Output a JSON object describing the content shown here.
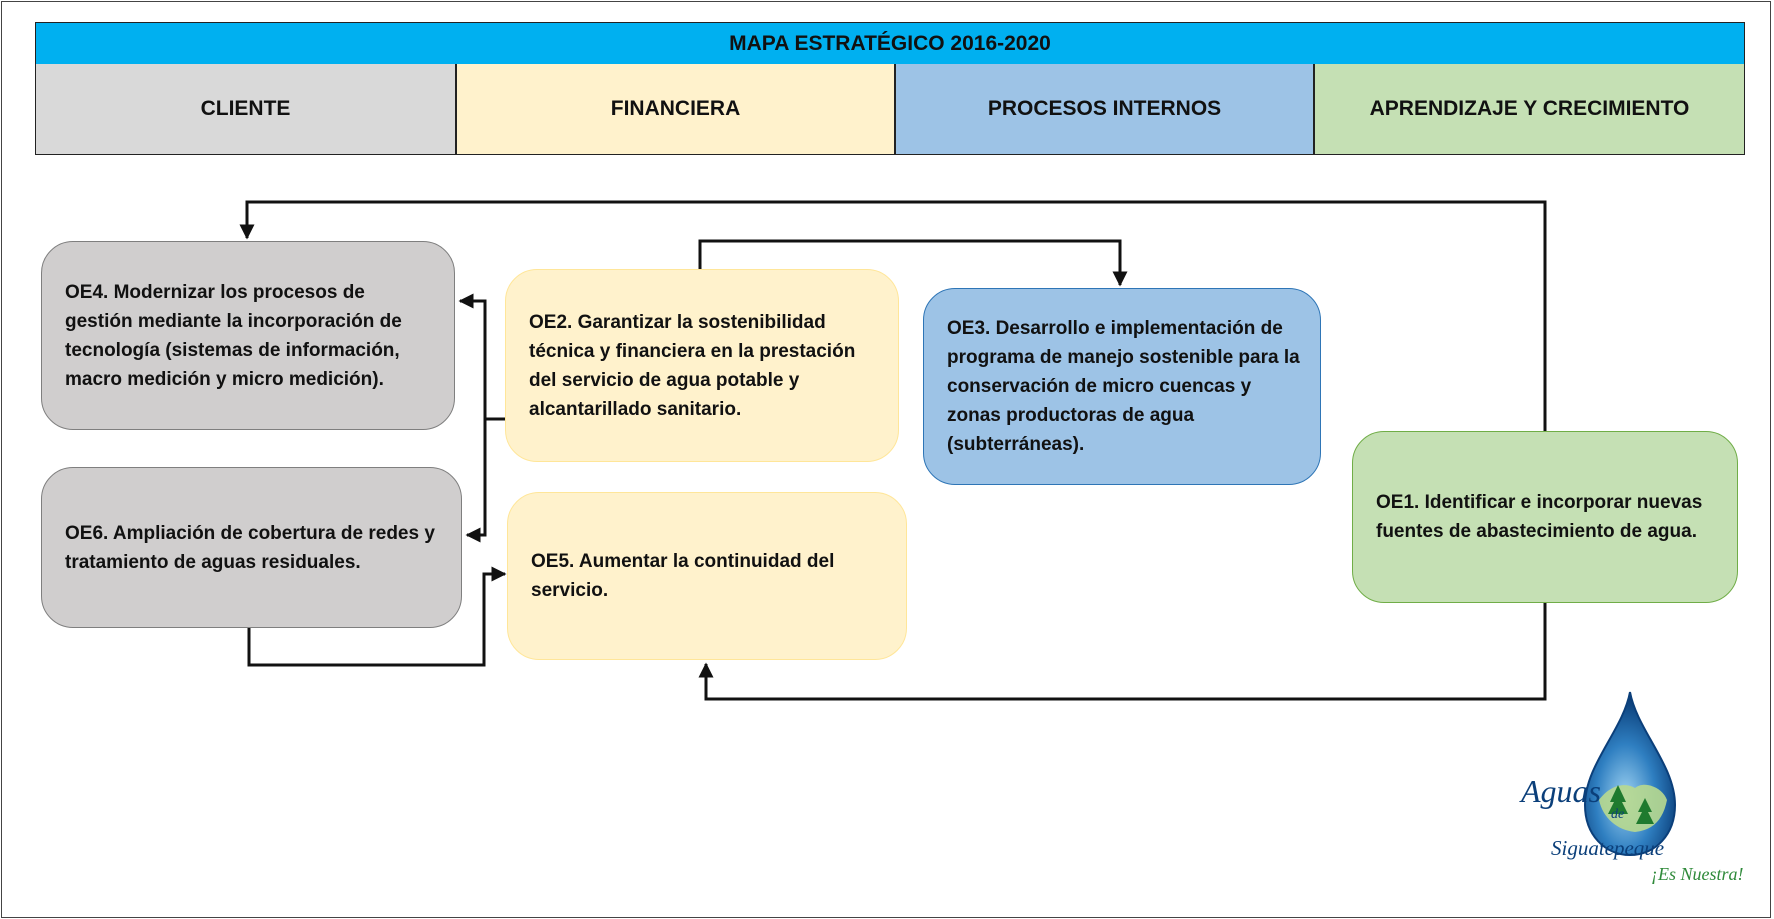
{
  "title": "MAPA ESTRATÉGICO 2016-2020",
  "perspectives": [
    {
      "label": "CLIENTE",
      "color": "#d9d9d9"
    },
    {
      "label": "FINANCIERA",
      "color": "#fff2cc"
    },
    {
      "label": "PROCESOS INTERNOS",
      "color": "#9dc3e6"
    },
    {
      "label": "APRENDIZAJE Y CRECIMIENTO",
      "color": "#c5e0b4"
    }
  ],
  "objectives": {
    "oe4": "OE4. Modernizar los procesos de gestión mediante la incorporación de tecnología (sistemas de información, macro medición y micro medición).",
    "oe6": "OE6. Ampliación de cobertura de redes y tratamiento de aguas residuales.",
    "oe2": "OE2. Garantizar la sostenibilidad técnica y financiera en la prestación del servicio de agua potable y alcantarillado sanitario.",
    "oe5": "OE5. Aumentar la continuidad del servicio.",
    "oe3": "OE3. Desarrollo e implementación de programa de manejo sostenible para la conservación de micro cuencas y zonas productoras de agua (subterráneas).",
    "oe1": "OE1. Identificar e incorporar nuevas fuentes de abastecimiento de agua."
  },
  "logo": {
    "line1": "Aguas",
    "line2": "de",
    "line3": "Siguatepeque",
    "tagline": "¡Es Nuestra!"
  },
  "colors": {
    "title_bar": "#00b0f0",
    "gray": "#d0cece",
    "yellow": "#fff2cc",
    "blue": "#9dc3e6",
    "green": "#c5e0b4"
  }
}
